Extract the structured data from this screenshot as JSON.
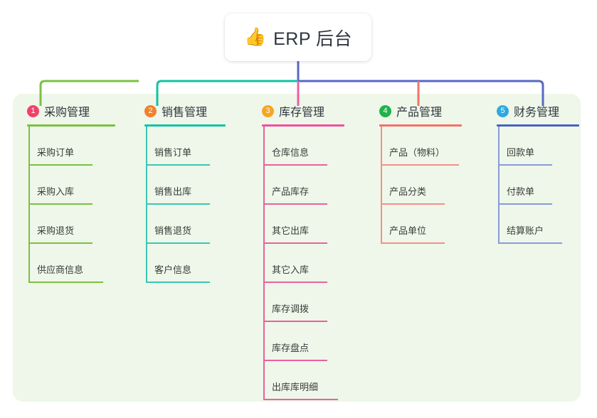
{
  "root": {
    "icon": "thumbs-up-icon",
    "icon_glyph": "👍",
    "title": "ERP 后台"
  },
  "panel": {
    "background": "#eef7e9"
  },
  "connector_colors": {
    "trunk": "#5768c4",
    "bus_left": "#7ac143",
    "bus_mid": "#10c3a5",
    "bus_right": "#5768c4",
    "drop_1": "#7ac143",
    "drop_2": "#10c3a5",
    "drop_3": "#ef5fa0",
    "drop_4": "#f4706a",
    "drop_5": "#5768c4"
  },
  "columns": [
    {
      "index": "1",
      "title": "采购管理",
      "badge_color": "#f0426b",
      "rule_color": "#7ac143",
      "line_color": "#7ac143",
      "rule_width": 124,
      "items": [
        {
          "label": "采购订单",
          "rule_width": 90
        },
        {
          "label": "采购入库",
          "rule_width": 90
        },
        {
          "label": "采购退货",
          "rule_width": 90
        },
        {
          "label": "供应商信息",
          "rule_width": 105
        }
      ]
    },
    {
      "index": "2",
      "title": "销售管理",
      "badge_color": "#f2812c",
      "rule_color": "#10c3a5",
      "line_color": "#3cc6b4",
      "rule_width": 114,
      "items": [
        {
          "label": "销售订单",
          "rule_width": 90
        },
        {
          "label": "销售出库",
          "rule_width": 90
        },
        {
          "label": "销售退货",
          "rule_width": 90
        },
        {
          "label": "客户信息",
          "rule_width": 90
        }
      ]
    },
    {
      "index": "3",
      "title": "库存管理",
      "badge_color": "#f5a623",
      "rule_color": "#ef4fa0",
      "line_color": "#e8629f",
      "rule_width": 116,
      "items": [
        {
          "label": "仓库信息",
          "rule_width": 90
        },
        {
          "label": "产品库存",
          "rule_width": 90
        },
        {
          "label": "其它出库",
          "rule_width": 90
        },
        {
          "label": "其它入库",
          "rule_width": 90
        },
        {
          "label": "库存调拨",
          "rule_width": 90
        },
        {
          "label": "库存盘点",
          "rule_width": 90
        },
        {
          "label": "出库库明细",
          "rule_width": 105
        }
      ]
    },
    {
      "index": "4",
      "title": "产品管理",
      "badge_color": "#21b24b",
      "rule_color": "#f4706a",
      "line_color": "#f58e89",
      "rule_width": 116,
      "items": [
        {
          "label": "产品（物料）",
          "rule_width": 110
        },
        {
          "label": "产品分类",
          "rule_width": 90
        },
        {
          "label": "产品单位",
          "rule_width": 90
        }
      ]
    },
    {
      "index": "5",
      "title": "财务管理",
      "badge_color": "#2fa8e0",
      "rule_color": "#4a62c0",
      "line_color": "#8a9bd8",
      "rule_width": 116,
      "items": [
        {
          "label": "回款单",
          "rule_width": 76
        },
        {
          "label": "付款单",
          "rule_width": 76
        },
        {
          "label": "结算账户",
          "rule_width": 90
        }
      ]
    }
  ]
}
